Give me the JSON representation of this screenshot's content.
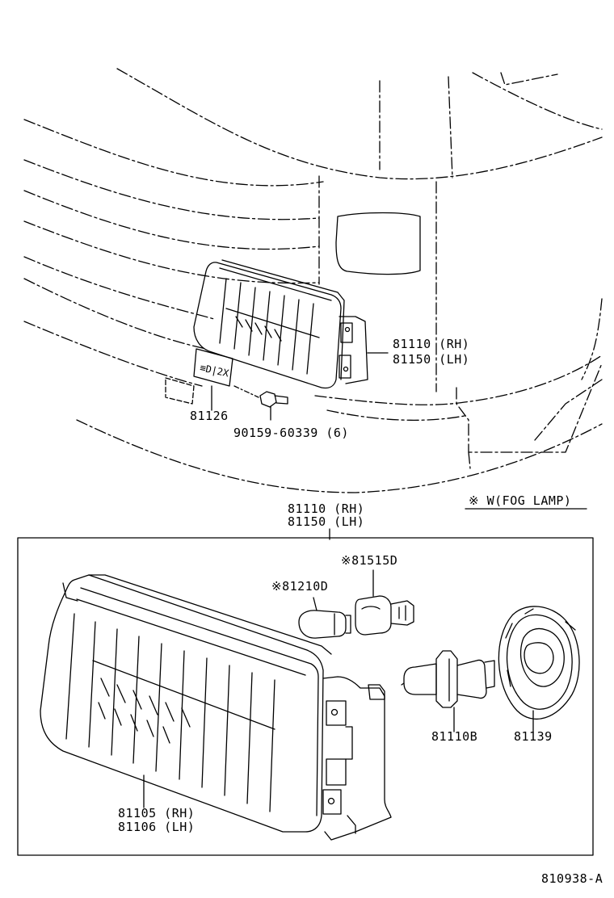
{
  "colors": {
    "ink": "#000000",
    "paper": "#ffffff"
  },
  "callouts": {
    "upper_lamp_rh": "81110 (RH)",
    "upper_lamp_lh": "81150 (LH)",
    "bracket_label": "81126",
    "bolt": "90159-60339 (6)",
    "note": "※ W(FOG LAMP)",
    "lamp_rh": "81110 (RH)",
    "lamp_lh": "81150 (LH)",
    "bulb_socket": "※81515D",
    "wedge_bulb": "※81210D",
    "main_bulb": "81110B",
    "cover": "81139",
    "lens_rh": "81105 (RH)",
    "lens_lh": "81106 (LH)",
    "diagram_code": "810938-A"
  },
  "icons": [
    "fog-lamp-upper",
    "fog-lamp-exploded",
    "bolt",
    "wedge-bulb",
    "bulb-socket",
    "h3-bulb",
    "rubber-cover",
    "warning-label"
  ]
}
